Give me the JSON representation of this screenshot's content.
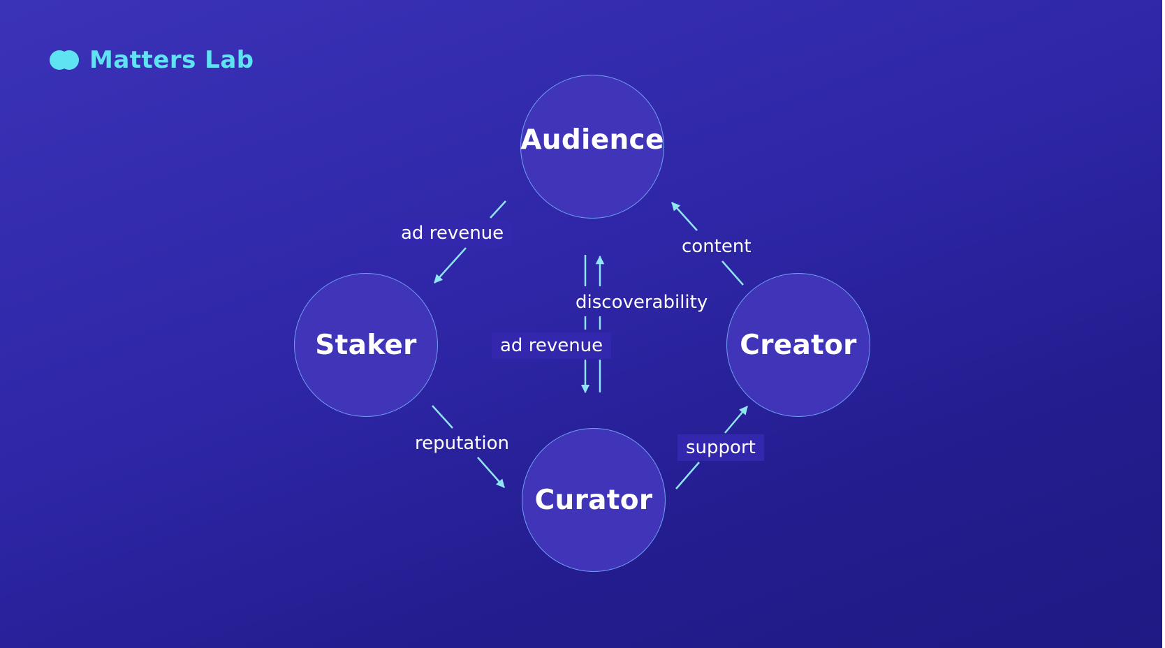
{
  "logo": {
    "text": "Matters Lab",
    "icon": "cloud-logo-icon",
    "color": "#5fe3f2"
  },
  "colors": {
    "background": "#2e26a6",
    "node_fill": "#4034b8",
    "node_border": "#6f9cf0",
    "arrow": "#8fe6f2"
  },
  "nodes": {
    "audience": "Audience",
    "staker": "Staker",
    "creator": "Creator",
    "curator": "Curator"
  },
  "edges": {
    "audience_to_staker": "ad revenue",
    "creator_to_audience": "content",
    "curator_to_audience": "discoverability",
    "audience_to_curator": "ad revenue",
    "staker_to_curator": "reputation",
    "curator_to_creator": "support"
  }
}
